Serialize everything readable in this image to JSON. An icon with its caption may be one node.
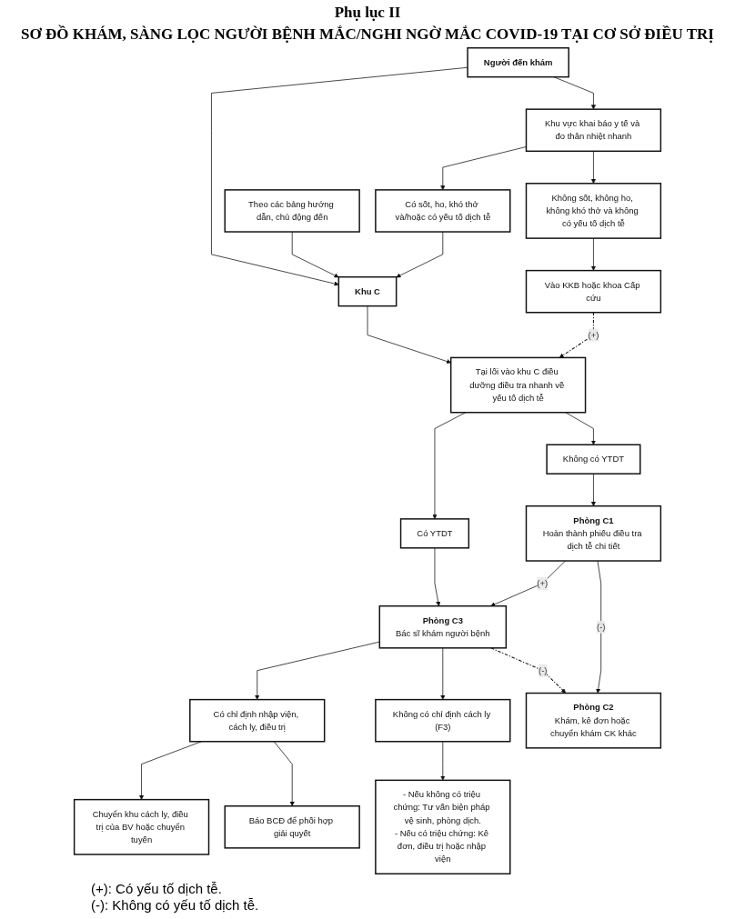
{
  "diagram": {
    "title": "SƠ ĐỒ KHÁM, SÀNG LỌC NGƯỜI BỆNH MẮC/NGHI NGỜ MẮC COVID-19 TẠI CƠ SỞ ĐIỀU TRỊ",
    "nodes": [
      {
        "text": [
          "Người đến khám"
        ]
      },
      {
        "text": [
          "Theo các bảng hướng dẫn, chủ động đến"
        ]
      },
      {
        "text": [
          "Khu vực khai báo y tế và đo thân nhiệt nhanh"
        ]
      },
      {
        "text": [
          "Có sốt, ho, khó thở và/hoặc có yếu tố dịch tễ"
        ]
      },
      {
        "text": [
          "Khu C"
        ]
      },
      {
        "text": [
          "Tại lối vào khu C điều dưỡng điều tra nhanh về yếu tố dịch tễ"
        ]
      },
      {
        "text": [
          "Không sốt, không ho, không khó thở và không có yếu tố dịch tễ"
        ]
      },
      {
        "text": [
          "Có YTDT"
        ]
      },
      {
        "text": [
          "Không có YTDT"
        ]
      },
      {
        "text": [
          "Vào KKB hoặc khoa Cấp cứu"
        ]
      },
      {
        "text": [
          "Phòng C3",
          "Bác sĩ khám người bệnh"
        ]
      },
      {
        "text": [
          "Phòng C1",
          "Hoàn thành phiếu điều tra dịch tễ chi tiết"
        ]
      },
      {
        "text": [
          "Có chỉ định nhập viện, cách ly, điều trị"
        ]
      },
      {
        "text": [
          "Không có chỉ định cách ly (F3)"
        ]
      },
      {
        "text": [
          "Phòng C2",
          "Khám, kê đơn hoặc chuyển khám CK khác"
        ]
      },
      {
        "text": [
          "Chuyển khu cách ly, điều trị của BV hoặc chuyển tuyến"
        ]
      },
      {
        "text": [
          "Báo BCĐ để phối hợp giải quyết"
        ]
      },
      {
        "text": [
          "- Nếu không có triệu chứng: Tư vấn biện pháp vệ sinh, phòng dịch.",
          "- Nếu có triệu chứng: Kê đơn, điều trị hoặc nhập viện"
        ]
      }
    ],
    "edges": [
      {
        "from": 0,
        "to": 2,
        "arrow": "to"
      },
      {
        "from": 0,
        "to": 4,
        "arrow": "to"
      },
      {
        "from": 1,
        "to": 4,
        "arrow": "to"
      },
      {
        "from": 2,
        "to": 3,
        "arrow": "to"
      },
      {
        "from": 3,
        "to": 4,
        "arrow": "to"
      },
      {
        "from": 2,
        "to": 6,
        "arrow": "to"
      },
      {
        "from": 4,
        "to": 5,
        "arrow": "to"
      },
      {
        "from": 5,
        "to": 7,
        "arrow": "to"
      },
      {
        "from": 5,
        "to": 8,
        "arrow": "to"
      },
      {
        "from": 6,
        "to": 9,
        "arrow": "to"
      },
      {
        "from": 9,
        "to": 5,
        "arrow": "to",
        "label": "(+)",
        "style": "dashed"
      },
      {
        "from": 7,
        "to": 10,
        "arrow": "to"
      },
      {
        "from": 8,
        "to": 11,
        "arrow": "to"
      },
      {
        "from": 11,
        "to": 10,
        "arrow": "to",
        "label": "(+)"
      },
      {
        "from": 10,
        "to": 12,
        "arrow": "to"
      },
      {
        "from": 10,
        "to": 13,
        "arrow": "to"
      },
      {
        "from": 10,
        "to": 14,
        "arrow": "to",
        "label": "(-)",
        "style": "dashed"
      },
      {
        "from": 11,
        "to": 14,
        "arrow": "to",
        "label": "(-)"
      },
      {
        "from": 12,
        "to": 15,
        "arrow": "to"
      },
      {
        "from": 12,
        "to": 16,
        "arrow": "to"
      },
      {
        "from": 13,
        "to": 17,
        "arrow": "to"
      }
    ],
    "labels": [
      "Phụ lục II",
      "(+): Có yếu tố dịch tễ.",
      "(-): Không có yếu tố dịch tễ."
    ]
  }
}
